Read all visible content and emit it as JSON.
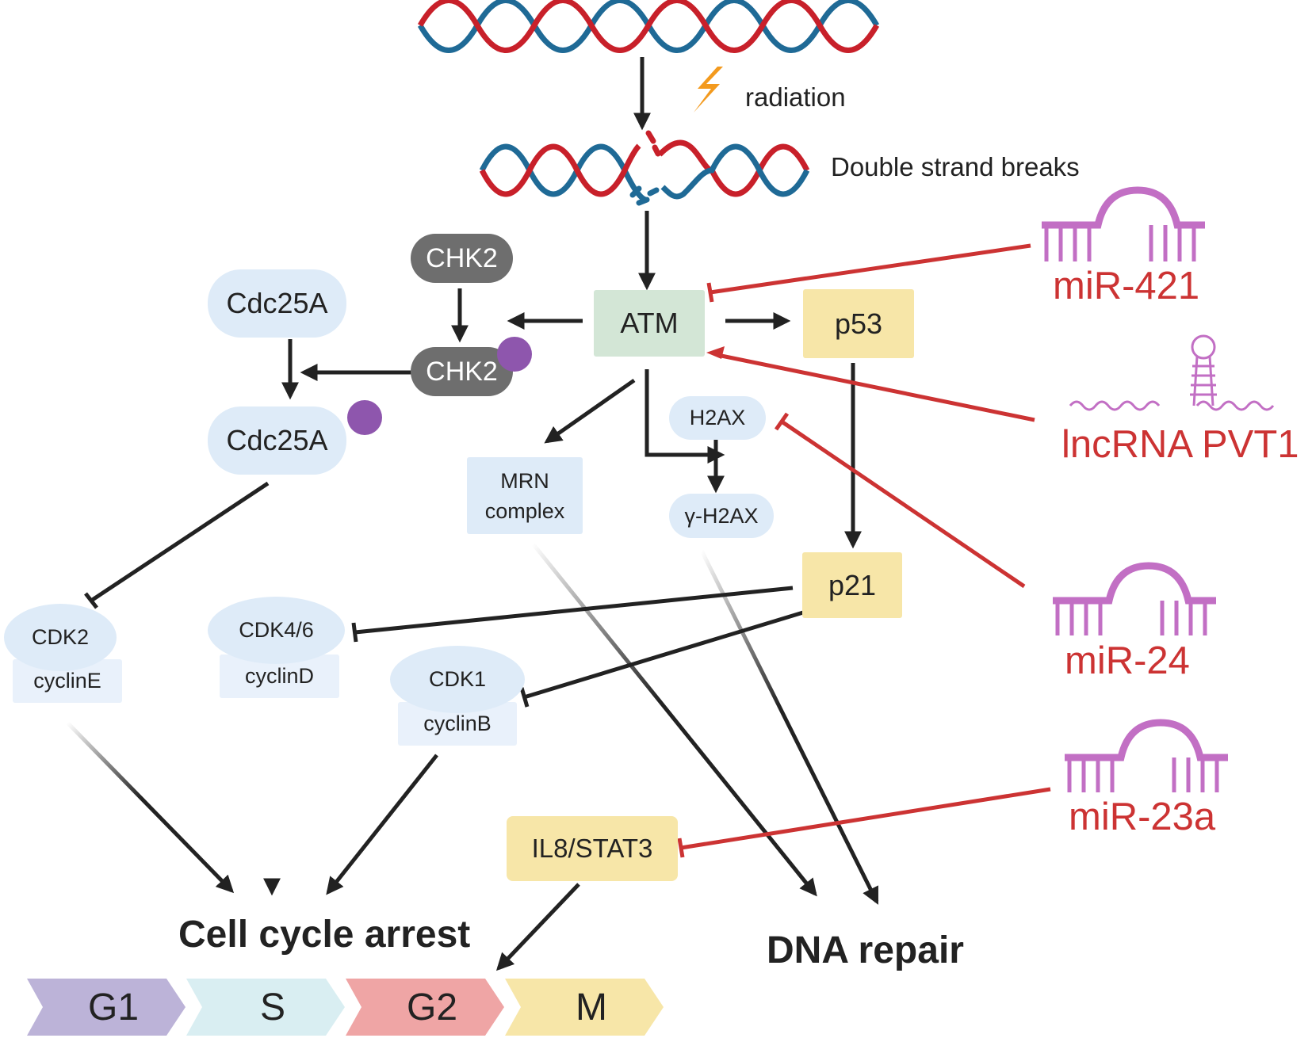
{
  "colors": {
    "protein_blue": "#deebf8",
    "atm_green": "#d3e6d6",
    "target_yellow": "#f7e6a8",
    "chk2_gray": "#6e6e6e",
    "phospho_purple": "#8e56ad",
    "inhibitor_red": "#cc3333",
    "rna_magenta": "#c26fc4",
    "dna_red": "#c8202a",
    "dna_blue": "#1f6a96",
    "bolt_orange": "#f39a1e",
    "g1_color": "#bcb3d8",
    "s_color": "#d9eef2",
    "g2_color": "#efa5a5",
    "m_color": "#f7e6a8"
  },
  "labels": {
    "radiation": "radiation",
    "double_strand_breaks": "Double strand breaks",
    "cell_cycle_arrest": "Cell cycle arrest",
    "dna_repair": "DNA repair"
  },
  "nodes": {
    "atm": "ATM",
    "p53": "p53",
    "p21": "p21",
    "chk2_top": "CHK2",
    "chk2_p": "CHK2",
    "cdc25a_top": "Cdc25A",
    "cdc25a_p": "Cdc25A",
    "h2ax": "H2AX",
    "gamma_h2ax": "γ-H2AX",
    "mrn_line1": "MRN",
    "mrn_line2": "complex",
    "cdk2": "CDK2",
    "cycline": "cyclinE",
    "cdk46": "CDK4/6",
    "cyclind": "cyclinD",
    "cdk1": "CDK1",
    "cyclinb": "cyclinB",
    "il8_stat3": "IL8/STAT3"
  },
  "regulators": {
    "mir421": "miR-421",
    "lncrna_pvt1": "lncRNA PVT1",
    "mir24": "miR-24",
    "mir23a": "miR-23a"
  },
  "phases": [
    "G1",
    "S",
    "G2",
    "M"
  ]
}
